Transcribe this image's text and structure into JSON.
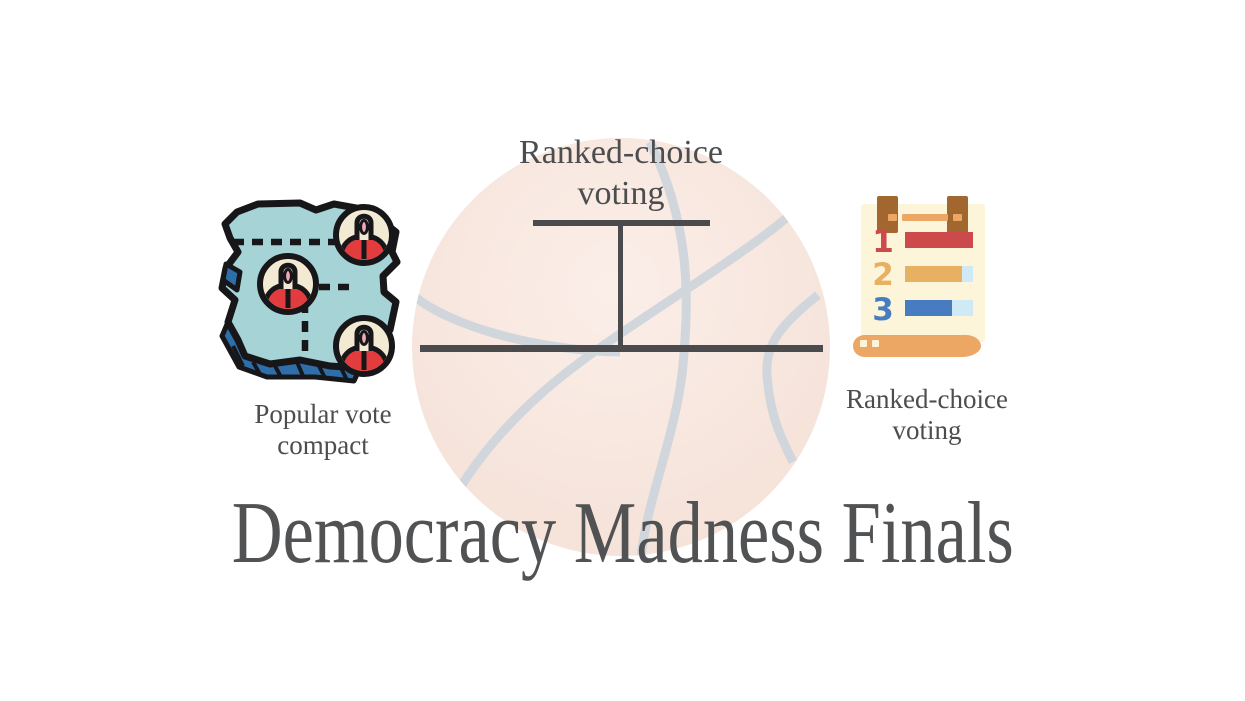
{
  "title": {
    "text": "Democracy Madness Finals",
    "color": "#515254"
  },
  "bracket": {
    "winner_label": "Ranked-choice voting",
    "line_color": "#4b4b4d"
  },
  "contenders": {
    "left": {
      "label": "Popular vote compact",
      "icon": "map-with-voters-icon"
    },
    "right": {
      "label": "Ranked-choice voting",
      "icon": "ranked-ballot-icon"
    }
  },
  "background": {
    "page_color": "#ffffff",
    "basketball": {
      "fill_center": "#fbeee8",
      "fill_edge": "#f4e0d6",
      "seam_color": "#d0d6db"
    }
  },
  "icons": {
    "map": {
      "land": "#a5d3d6",
      "depth": "#2e6fab",
      "outline": "#17171a",
      "shirt": "#e23c3e",
      "skin": "#f2ead2",
      "nose": "#efaab8"
    },
    "ballot": {
      "ranks": [
        "1",
        "2",
        "3"
      ],
      "paper": "#fcf5da",
      "tab": "#a2672f",
      "rank1_color": "#cc4a4c",
      "rank2_color": "#e8b061",
      "rank3_color": "#477dc0",
      "bar_remainder": "#cfe9f6",
      "scroll": "#eda765"
    }
  }
}
